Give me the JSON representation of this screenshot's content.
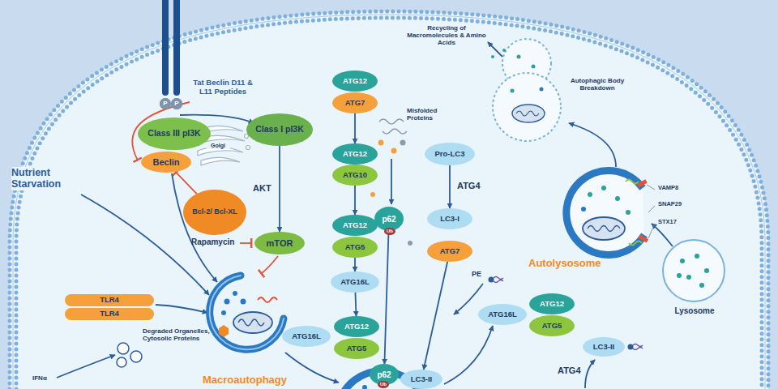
{
  "diagram": {
    "nodes": [
      {
        "text": [
          "Class III pI3K"
        ]
      },
      {
        "text": [
          "Beclin"
        ]
      },
      {
        "text": [
          "Bcl-2/ Bcl-XL"
        ]
      },
      {
        "text": [
          "Class I pI3K"
        ]
      },
      {
        "text": [
          "mTOR"
        ]
      },
      {
        "text": [
          "ATG12"
        ]
      },
      {
        "text": [
          "ATG7"
        ]
      },
      {
        "text": [
          "ATG12"
        ]
      },
      {
        "text": [
          "ATG10"
        ]
      },
      {
        "text": [
          "ATG12"
        ]
      },
      {
        "text": [
          "ATG5"
        ]
      },
      {
        "text": [
          "ATG16L"
        ]
      },
      {
        "text": [
          "ATG12"
        ]
      },
      {
        "text": [
          "ATG5"
        ]
      },
      {
        "text": [
          "ATG16L"
        ]
      },
      {
        "text": [
          "p62"
        ]
      },
      {
        "text": [
          "p62"
        ]
      },
      {
        "text": [
          "LC3-II"
        ]
      },
      {
        "text": [
          "Pro-LC3"
        ]
      },
      {
        "text": [
          "LC3-I"
        ]
      },
      {
        "text": [
          "ATG7"
        ]
      },
      {
        "text": [
          "ATG16L"
        ]
      },
      {
        "text": [
          "ATG12"
        ]
      },
      {
        "text": [
          "ATG5"
        ]
      },
      {
        "text": [
          "LC3-II"
        ]
      },
      {
        "text": [
          "TLR4"
        ]
      },
      {
        "text": [
          "TLR4"
        ]
      }
    ],
    "edges": [
      {
        "from": 2,
        "to": 1,
        "arrow": "to"
      },
      {
        "from": 3,
        "to": 4,
        "label": "AKT",
        "arrow": "to"
      },
      {
        "from": 6,
        "to": 7,
        "arrow": "to"
      },
      {
        "from": 8,
        "to": 9,
        "arrow": "to"
      },
      {
        "from": 10,
        "to": 11,
        "arrow": "to"
      },
      {
        "from": 11,
        "to": 12,
        "arrow": "to"
      },
      {
        "from": 18,
        "to": 19,
        "label": "ATG4",
        "arrow": "to"
      },
      {
        "from": 20,
        "to": 17,
        "arrow": "to"
      },
      {
        "from": 15,
        "to": 16,
        "arrow": "to"
      }
    ],
    "labels": [
      "P",
      "P",
      "Recycling of Macromolecules & Amino Acids",
      "Tat Beclin D11 & L11 Peptides",
      "Golgi",
      "Misfolded Proteins",
      "Ub",
      "Autophagic Body Breakdown",
      "Nutrient Starvation",
      "Rapamycin",
      "PE",
      "VAMP8",
      "SNAP29",
      "STX17",
      "Autolysosome",
      "Lysosome",
      "Degraded Organelles, Cytosolic Proteins",
      "ATG4",
      "Macroautophagy",
      "IFNα",
      "Ub"
    ]
  }
}
